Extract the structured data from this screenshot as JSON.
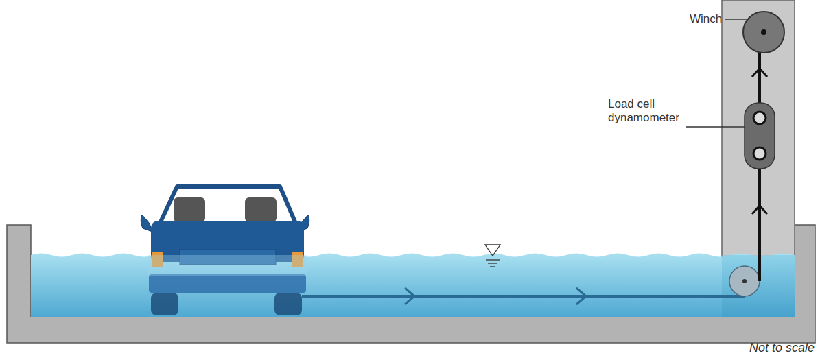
{
  "diagram": {
    "labels": [
      "Winch",
      "Load cell dynamometer",
      "Not to scale"
    ]
  }
}
